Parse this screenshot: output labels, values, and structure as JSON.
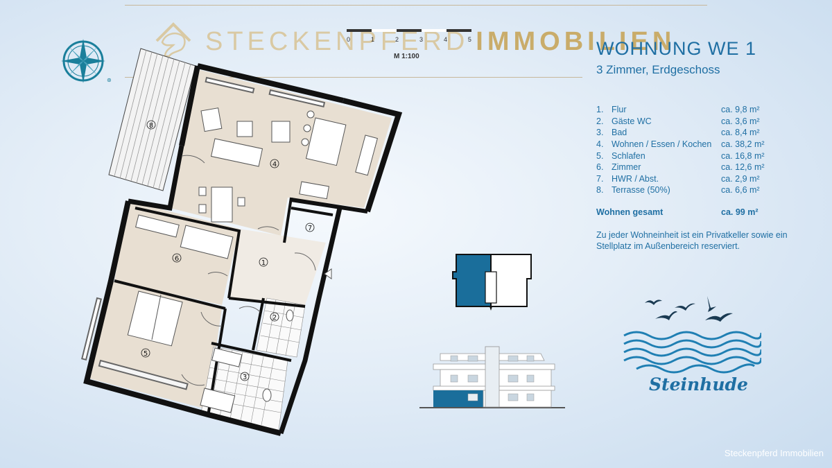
{
  "header": {
    "logo_word1": "STECKENPFERD",
    "logo_word2": "IMMOBILIEN"
  },
  "scale": {
    "numbers": [
      "0",
      "1",
      "2",
      "3",
      "4",
      "5"
    ],
    "label": "M 1:100"
  },
  "unit": {
    "title": "WOHNUNG WE 1",
    "subtitle": "3 Zimmer, Erdgeschoss"
  },
  "rooms": [
    {
      "num": "1.",
      "name": "Flur",
      "area": "ca. 9,8 m²"
    },
    {
      "num": "2.",
      "name": "Gäste WC",
      "area": "ca. 3,6 m²"
    },
    {
      "num": "3.",
      "name": "Bad",
      "area": "ca. 8,4 m²"
    },
    {
      "num": "4.",
      "name": "Wohnen / Essen / Kochen",
      "area": "ca. 38,2 m²"
    },
    {
      "num": "5.",
      "name": "Schlafen",
      "area": "ca. 16,8 m²"
    },
    {
      "num": "6.",
      "name": "Zimmer",
      "area": "ca. 12,6 m²"
    },
    {
      "num": "7.",
      "name": "HWR / Abst.",
      "area": "ca. 2,9 m²"
    },
    {
      "num": "8.",
      "name": "Terrasse (50%)",
      "area": "ca. 6,6 m²"
    }
  ],
  "total": {
    "label": "Wohnen gesamt",
    "area": "ca. 99 m²"
  },
  "note": "Zu jeder Wohneinheit ist ein Privatkeller sowie ein Stellplatz im Außenbereich reserviert.",
  "plan_labels": {
    "r1": "1",
    "r2": "2",
    "r3": "3",
    "r4": "4",
    "r5": "5",
    "r6": "6",
    "r7": "7",
    "r8": "8"
  },
  "location": "Steinhude",
  "footer": "Steckenpferd Immobilien",
  "colors": {
    "accent": "#1f6fa3",
    "gold": "#c9ac6a",
    "wall": "#111111",
    "floor": "#e8dfd2",
    "highlight": "#1a6e9b"
  },
  "icons": [
    "compass-rose-icon",
    "horse-logo-icon",
    "seagull-icon",
    "waves-icon"
  ]
}
